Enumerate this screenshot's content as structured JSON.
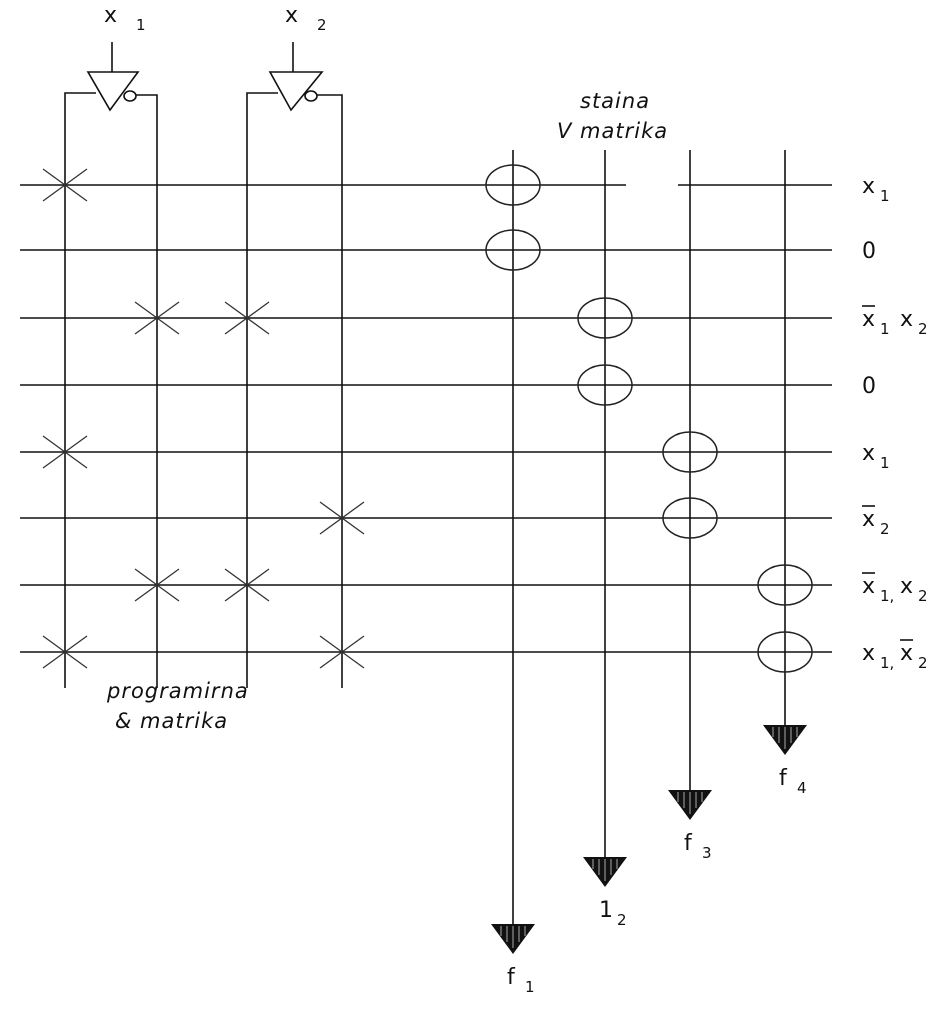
{
  "inputs": [
    {
      "name": "x",
      "sub": "1"
    },
    {
      "name": "x",
      "sub": "2"
    }
  ],
  "and_matrix_label": [
    "programirna",
    "& matrika"
  ],
  "or_matrix_label": [
    "staina",
    "V matrika"
  ],
  "row_terms": [
    {
      "parts": [
        {
          "t": "x",
          "bar": false,
          "sub": "1"
        }
      ]
    },
    {
      "parts": [
        {
          "t": "0",
          "bar": false,
          "sub": ""
        }
      ]
    },
    {
      "parts": [
        {
          "t": "x",
          "bar": true,
          "sub": "1"
        },
        {
          "t": "x",
          "bar": false,
          "sub": "2"
        }
      ]
    },
    {
      "parts": [
        {
          "t": "0",
          "bar": false,
          "sub": ""
        }
      ]
    },
    {
      "parts": [
        {
          "t": "x",
          "bar": false,
          "sub": "1"
        }
      ]
    },
    {
      "parts": [
        {
          "t": "x",
          "bar": true,
          "sub": "2"
        }
      ]
    },
    {
      "parts": [
        {
          "t": "x",
          "bar": true,
          "sub": "1,"
        },
        {
          "t": "x",
          "bar": false,
          "sub": "2"
        }
      ]
    },
    {
      "parts": [
        {
          "t": "x",
          "bar": false,
          "sub": "1,"
        },
        {
          "t": "x",
          "bar": true,
          "sub": "2"
        }
      ]
    }
  ],
  "and_connections": [
    [
      0,
      0
    ],
    [
      2,
      1
    ],
    [
      2,
      2
    ],
    [
      4,
      0
    ],
    [
      5,
      3
    ],
    [
      6,
      1
    ],
    [
      6,
      2
    ],
    [
      7,
      0
    ],
    [
      7,
      3
    ]
  ],
  "or_connections": [
    [
      0,
      0
    ],
    [
      1,
      0
    ],
    [
      2,
      1
    ],
    [
      3,
      1
    ],
    [
      4,
      2
    ],
    [
      5,
      2
    ],
    [
      6,
      3
    ],
    [
      7,
      3
    ]
  ],
  "outputs": [
    {
      "name": "f",
      "sub": "1"
    },
    {
      "name": "1",
      "sub": "2"
    },
    {
      "name": "f",
      "sub": "3"
    },
    {
      "name": "f",
      "sub": "4"
    }
  ]
}
